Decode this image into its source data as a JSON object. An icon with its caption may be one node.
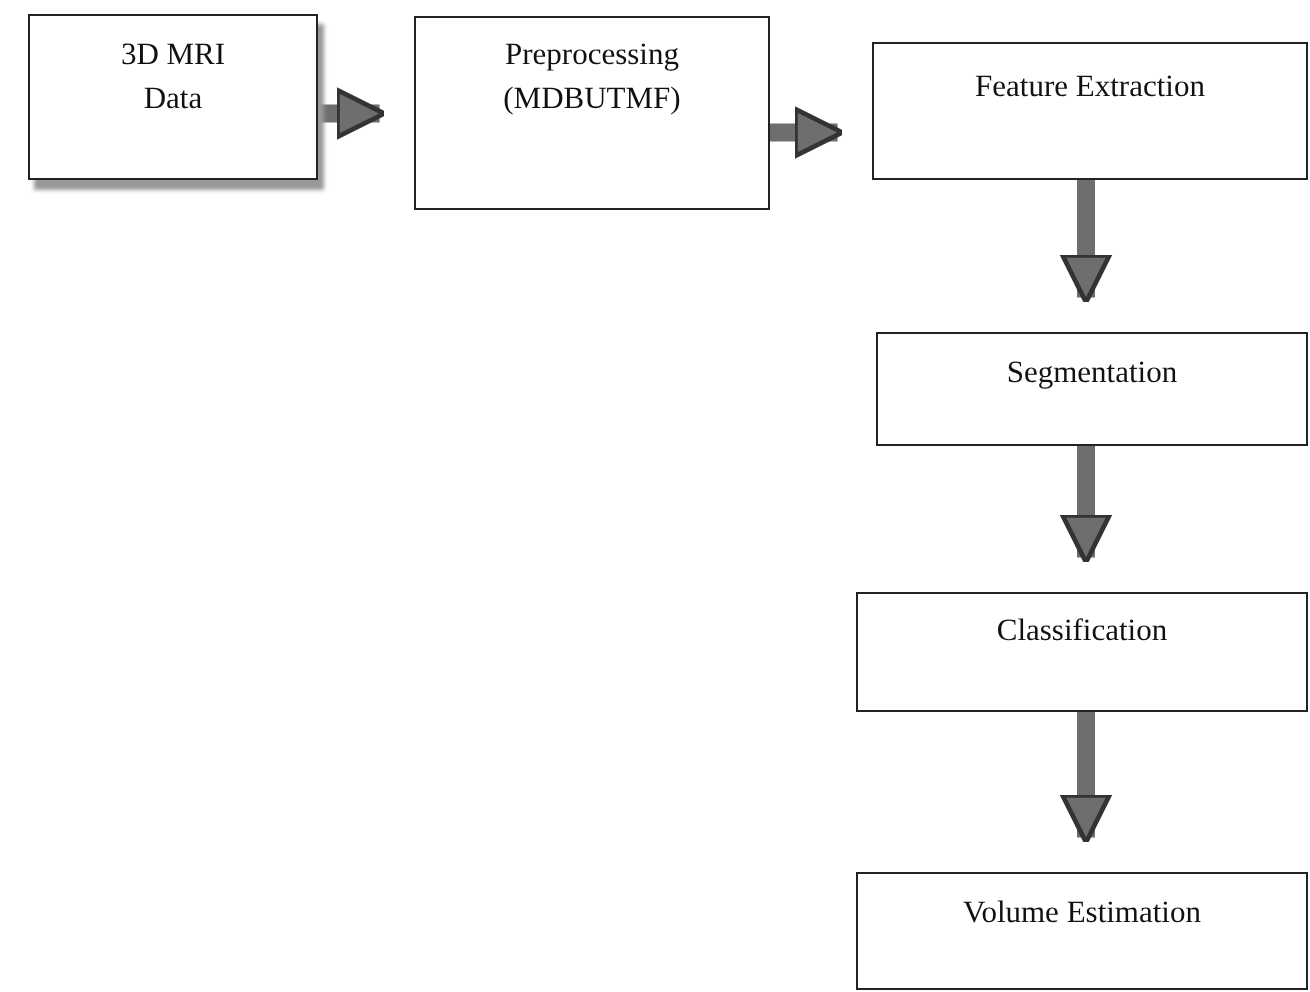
{
  "diagram": {
    "nodes": [
      {
        "text": [
          "3D MRI Data"
        ]
      },
      {
        "text": [
          "Preprocessing (MDBUTMF)"
        ]
      },
      {
        "text": [
          "Feature Extraction"
        ]
      },
      {
        "text": [
          "Segmentation"
        ]
      },
      {
        "text": [
          "Classification"
        ]
      },
      {
        "text": [
          "Volume Estimation"
        ]
      }
    ],
    "edges": [
      {
        "from": 0,
        "to": 1,
        "arrow": "to"
      },
      {
        "from": 1,
        "to": 2,
        "arrow": "to"
      },
      {
        "from": 2,
        "to": 3,
        "arrow": "to"
      },
      {
        "from": 3,
        "to": 4,
        "arrow": "to"
      },
      {
        "from": 4,
        "to": 5,
        "arrow": "to"
      }
    ]
  }
}
